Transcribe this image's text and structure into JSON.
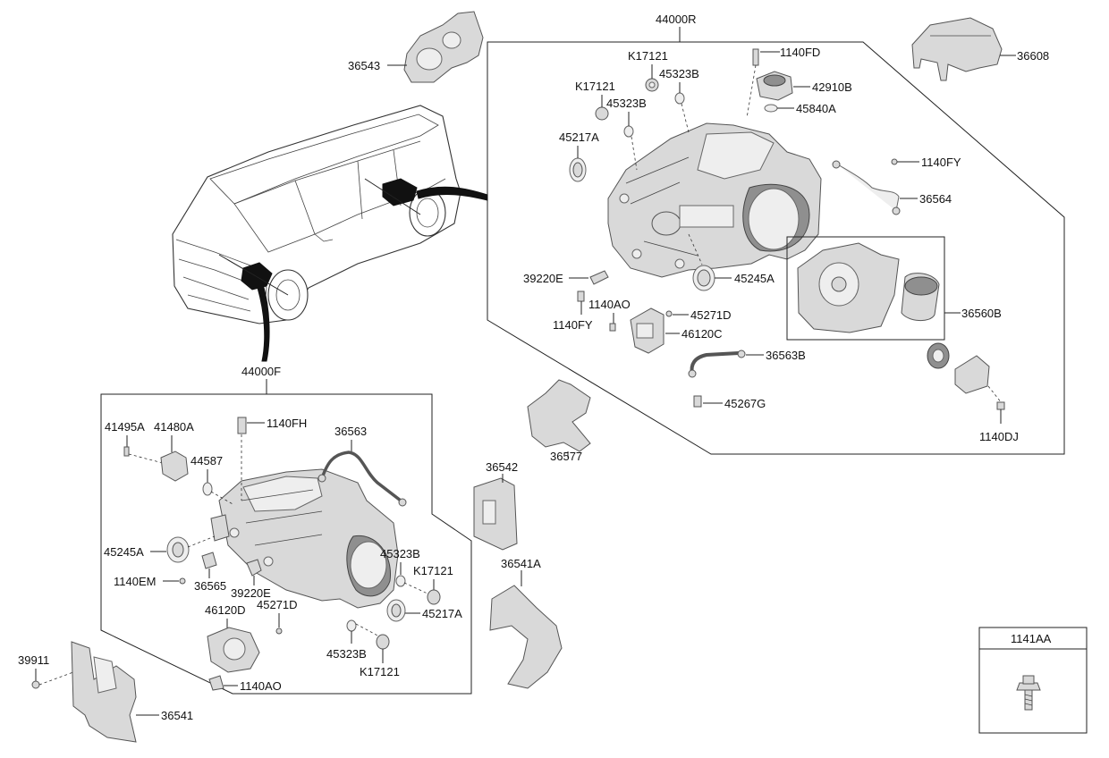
{
  "assemblies": {
    "rear": "44000R",
    "front": "44000F",
    "detail": "1141AA"
  },
  "labels": {
    "p36543": "36543",
    "p36608": "36608",
    "pK17121a": "K17121",
    "pK17121b": "K17121",
    "p45323Ba": "45323B",
    "p45323Bb": "45323B",
    "p1140FD": "1140FD",
    "p42910B": "42910B",
    "p45840A": "45840A",
    "p45217Ar": "45217A",
    "p1140FYa": "1140FY",
    "p36564": "36564",
    "p39220Er": "39220E",
    "p45245Ar": "45245A",
    "p1140FYb": "1140FY",
    "p1140AOr": "1140AO",
    "p45271Dr": "45271D",
    "p46120C": "46120C",
    "p36560B": "36560B",
    "p36563B": "36563B",
    "p45267G": "45267G",
    "p1140DJ": "1140DJ",
    "p36577": "36577",
    "p36542": "36542",
    "p36541A": "36541A",
    "p41495A": "41495A",
    "p41480A": "41480A",
    "p1140FH": "1140FH",
    "p36563": "36563",
    "p44587": "44587",
    "p45245Af": "45245A",
    "p1140EM": "1140EM",
    "p36565": "36565",
    "p39220Ef": "39220E",
    "p45323Bc": "45323B",
    "pK17121c": "K17121",
    "p45217Af": "45217A",
    "p46120D": "46120D",
    "p45271Df": "45271D",
    "p45323Bd": "45323B",
    "pK17121d": "K17121",
    "p1140AOf": "1140AO",
    "p39911": "39911",
    "p36541": "36541"
  },
  "icons": [
    "vehicle-illustration",
    "transmission-housing",
    "bolt"
  ]
}
